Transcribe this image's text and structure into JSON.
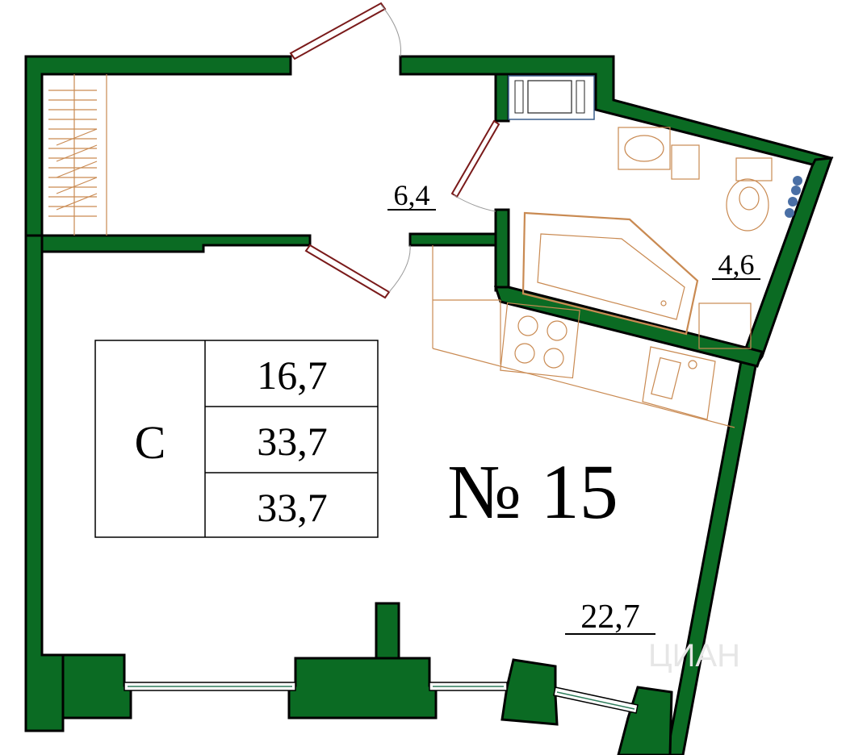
{
  "apartment": {
    "number_label": "№ 15"
  },
  "rooms": {
    "hall_area": "6,4",
    "bath_area": "4,6",
    "living_area": "22,7"
  },
  "summary_table": {
    "type_label": "С",
    "values": [
      "16,7",
      "33,7",
      "33,7"
    ]
  },
  "watermark": {
    "text": "ЦИАН"
  },
  "colors": {
    "wall": "#0b6b23",
    "door": "#7a1a1a",
    "furniture": "#c98a52",
    "radiator": "#4a6fa5"
  }
}
